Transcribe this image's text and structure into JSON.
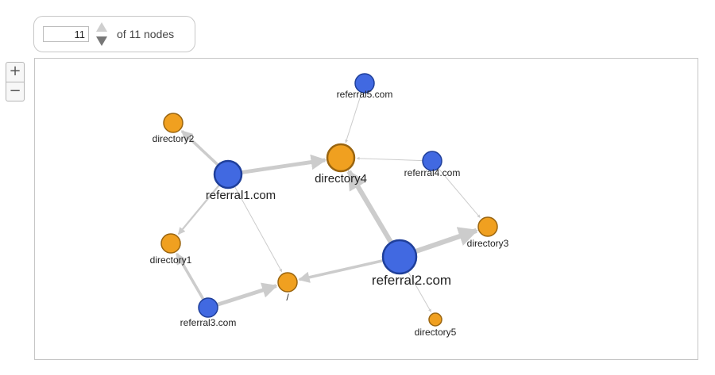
{
  "counter": {
    "value": "11",
    "suffix": "of 11 nodes"
  },
  "zoom": {
    "in_label": "+",
    "out_label": "−"
  },
  "colors": {
    "referral_fill": "#4169e1",
    "referral_stroke": "#1f3f9a",
    "directory_fill": "#f0a020",
    "directory_stroke": "#9a6510",
    "edge": "#cccccc"
  },
  "graph": {
    "nodes": [
      {
        "id": "referral5.com",
        "label": "referral5.com",
        "kind": "referral",
        "size": "small"
      },
      {
        "id": "directory2",
        "label": "directory2",
        "kind": "directory",
        "size": "small"
      },
      {
        "id": "directory4",
        "label": "directory4",
        "kind": "directory",
        "size": "medium"
      },
      {
        "id": "referral4.com",
        "label": "referral4.com",
        "kind": "referral",
        "size": "small"
      },
      {
        "id": "referral1.com",
        "label": "referral1.com",
        "kind": "referral",
        "size": "large"
      },
      {
        "id": "directory3",
        "label": "directory3",
        "kind": "directory",
        "size": "small"
      },
      {
        "id": "directory1",
        "label": "directory1",
        "kind": "directory",
        "size": "small"
      },
      {
        "id": "referral2.com",
        "label": "referral2.com",
        "kind": "referral",
        "size": "xlarge"
      },
      {
        "id": "root",
        "label": "/",
        "kind": "directory",
        "size": "small"
      },
      {
        "id": "referral3.com",
        "label": "referral3.com",
        "kind": "referral",
        "size": "small"
      },
      {
        "id": "directory5",
        "label": "directory5",
        "kind": "directory",
        "size": "tiny"
      }
    ],
    "edges": [
      {
        "source": "referral5.com",
        "target": "directory4",
        "weight": 1
      },
      {
        "source": "referral4.com",
        "target": "directory4",
        "weight": 1
      },
      {
        "source": "referral4.com",
        "target": "directory3",
        "weight": 1
      },
      {
        "source": "referral1.com",
        "target": "directory2",
        "weight": 3
      },
      {
        "source": "referral1.com",
        "target": "directory4",
        "weight": 4
      },
      {
        "source": "referral1.com",
        "target": "directory1",
        "weight": 2
      },
      {
        "source": "referral1.com",
        "target": "root",
        "weight": 1
      },
      {
        "source": "referral2.com",
        "target": "directory4",
        "weight": 5
      },
      {
        "source": "referral2.com",
        "target": "directory3",
        "weight": 5
      },
      {
        "source": "referral2.com",
        "target": "root",
        "weight": 3
      },
      {
        "source": "referral2.com",
        "target": "directory5",
        "weight": 1
      },
      {
        "source": "referral3.com",
        "target": "directory1",
        "weight": 3
      },
      {
        "source": "referral3.com",
        "target": "root",
        "weight": 4
      }
    ]
  }
}
